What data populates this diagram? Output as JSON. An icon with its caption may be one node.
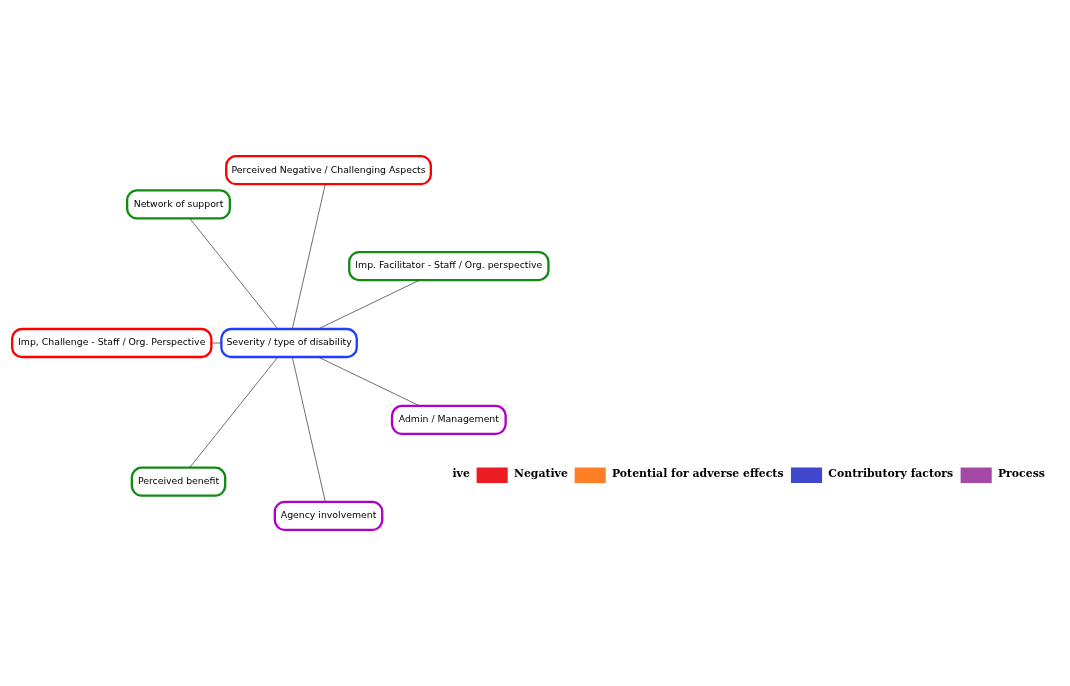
{
  "diagram": {
    "nodes": [
      {
        "text": [
          "Severity / type of disability"
        ]
      },
      {
        "text": [
          "Imp. Facilitator - Staff / Org. perspective"
        ]
      },
      {
        "text": [
          "Perceived Negative / Challenging Aspects"
        ]
      },
      {
        "text": [
          "Network of support"
        ]
      },
      {
        "text": [
          "Imp, Challenge - Staff / Org. Perspective"
        ]
      },
      {
        "text": [
          "Perceived benefit"
        ]
      },
      {
        "text": [
          "Agency involvement"
        ]
      },
      {
        "text": [
          "Admin / Management"
        ]
      }
    ],
    "edges": [
      {
        "from": 0,
        "to": 1,
        "arrow": "none"
      },
      {
        "from": 0,
        "to": 2,
        "arrow": "none"
      },
      {
        "from": 0,
        "to": 3,
        "arrow": "none"
      },
      {
        "from": 0,
        "to": 4,
        "arrow": "none"
      },
      {
        "from": 0,
        "to": 5,
        "arrow": "none"
      },
      {
        "from": 0,
        "to": 6,
        "arrow": "none"
      },
      {
        "from": 0,
        "to": 7,
        "arrow": "none"
      }
    ],
    "labels": [
      "ive"
    ],
    "legend": [
      {
        "text": "Negative",
        "color": "#ed1c24"
      },
      {
        "text": "Potential for adverse effects",
        "color": "#ff7f27"
      },
      {
        "text": "Contributory factors",
        "color": "#3f48cc"
      },
      {
        "text": "Process",
        "color": "#a349a4"
      }
    ]
  }
}
